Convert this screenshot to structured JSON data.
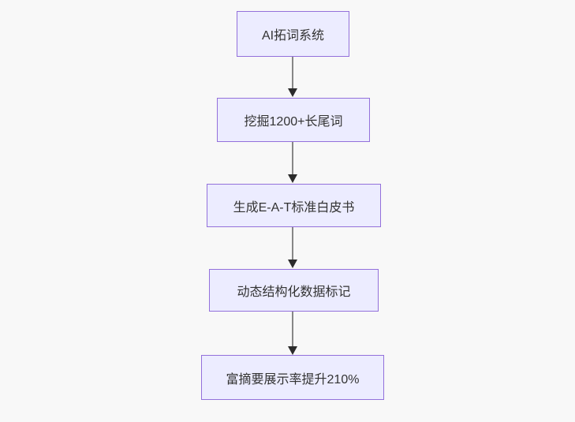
{
  "flowchart": {
    "type": "vertical-flow",
    "nodes": [
      {
        "label": "AI拓词系统"
      },
      {
        "label": "挖掘1200+长尾词"
      },
      {
        "label": "生成E-A-T标准白皮书"
      },
      {
        "label": "动态结构化数据标记"
      },
      {
        "label": "富摘要展示率提升210%"
      }
    ],
    "edges": [
      {
        "from": 0,
        "to": 1
      },
      {
        "from": 1,
        "to": 2
      },
      {
        "from": 2,
        "to": 3
      },
      {
        "from": 3,
        "to": 4
      }
    ],
    "colors": {
      "background": "#f8f8f8",
      "node_fill": "#ECECFF",
      "node_border": "#9370DB",
      "node_text": "#333333",
      "edge_line": "#878787",
      "arrowhead": "#2b2b2b"
    }
  }
}
